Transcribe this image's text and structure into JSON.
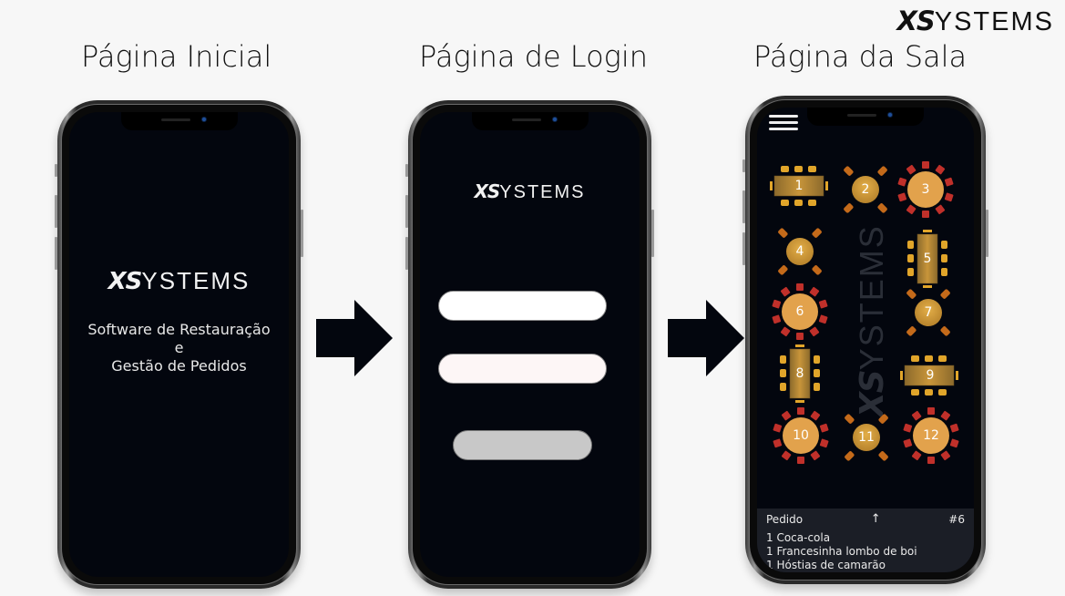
{
  "brand": {
    "bold": "XS",
    "rest": "YSTEMS"
  },
  "colors": {
    "background": "#f7f7f7",
    "screen": "#03060e",
    "table_wood": "#c8953a",
    "chair_orange": "#c46a1a",
    "chair_red": "#c0302a",
    "chair_dark_yellow": "#e1a52a",
    "order_panel": "#1b1e26"
  },
  "screens": [
    {
      "title": "Página Inicial",
      "brand": {
        "bold": "XS",
        "rest": "YSTEMS"
      },
      "tagline": [
        "Software de Restauração",
        "e",
        "Gestão de Pedidos"
      ]
    },
    {
      "title": "Página de Login",
      "brand": {
        "bold": "XS",
        "rest": "YSTEMS"
      },
      "inputs": [
        {
          "name": "username",
          "value": "",
          "placeholder": ""
        },
        {
          "name": "password",
          "value": "",
          "placeholder": ""
        }
      ],
      "button_label": ""
    },
    {
      "title": "Página da Sala",
      "menu_icon": "hamburger-icon",
      "watermark": {
        "bold": "XS",
        "rest": "YSTEMS"
      },
      "tables": [
        {
          "number": "1",
          "shape": "rect-h",
          "seats": 8
        },
        {
          "number": "2",
          "shape": "round",
          "seats": 4
        },
        {
          "number": "3",
          "shape": "round-large",
          "seats": 10
        },
        {
          "number": "4",
          "shape": "round",
          "seats": 4
        },
        {
          "number": "5",
          "shape": "rect-v",
          "seats": 8
        },
        {
          "number": "6",
          "shape": "round-large",
          "seats": 10
        },
        {
          "number": "7",
          "shape": "round",
          "seats": 4
        },
        {
          "number": "8",
          "shape": "rect-v",
          "seats": 8
        },
        {
          "number": "9",
          "shape": "rect-h",
          "seats": 8
        },
        {
          "number": "10",
          "shape": "round-large",
          "seats": 10
        },
        {
          "number": "11",
          "shape": "round",
          "seats": 4
        },
        {
          "number": "12",
          "shape": "round-large",
          "seats": 10
        }
      ],
      "order": {
        "label": "Pedido",
        "toggle_icon": "↑",
        "table_ref": "#6",
        "items": [
          "1 Coca-cola",
          "1 Francesinha lombo de boi",
          "1 Hóstias de camarão"
        ]
      }
    }
  ]
}
